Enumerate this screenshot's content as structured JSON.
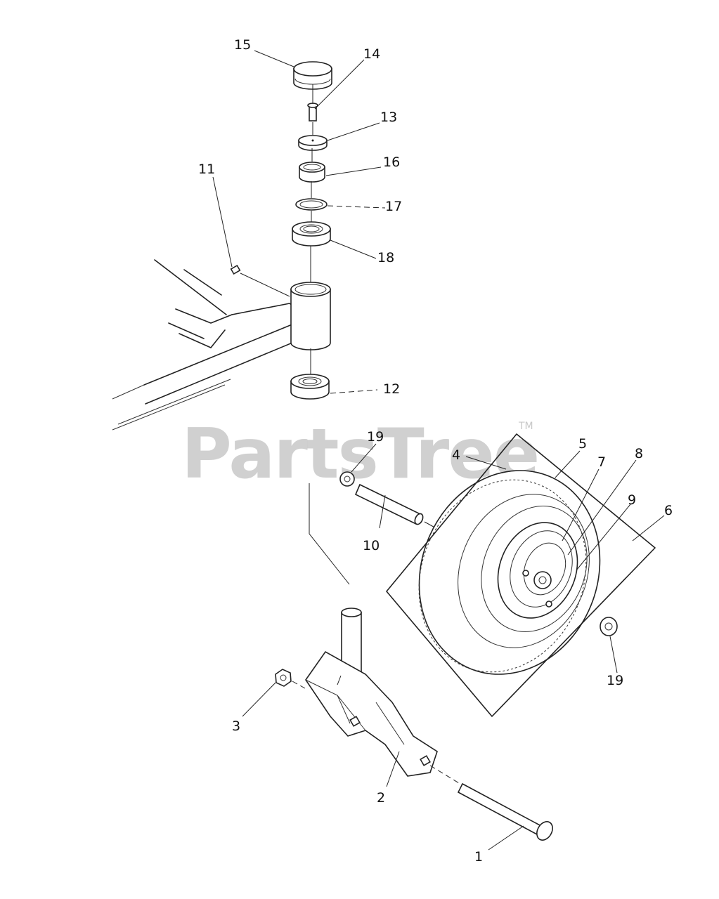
{
  "watermark": {
    "text": "PartsTree",
    "trademark": "TM"
  },
  "callouts": [
    "1",
    "2",
    "3",
    "4",
    "5",
    "6",
    "7",
    "8",
    "9",
    "10",
    "11",
    "12",
    "13",
    "14",
    "15",
    "16",
    "17",
    "18",
    "19",
    "19"
  ]
}
